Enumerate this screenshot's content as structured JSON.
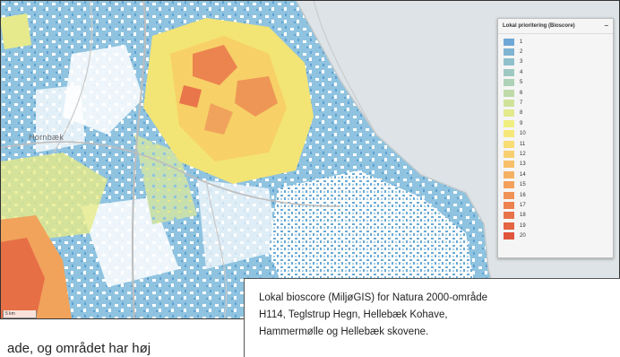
{
  "map": {
    "place_label": "Hornbæk",
    "scale_label": "5 km",
    "colors": {
      "water": "#dce2e6",
      "land": "#e8e4dc",
      "low": "#6aa9d4",
      "high": "#e35a3d"
    }
  },
  "legend": {
    "title": "Lokal prioritering (Bioscore)",
    "collapse_icon": "minus-icon",
    "items": [
      {
        "label": "1",
        "color": "#6fa8d6"
      },
      {
        "label": "2",
        "color": "#7fb3d1"
      },
      {
        "label": "3",
        "color": "#8fc0cc"
      },
      {
        "label": "4",
        "color": "#9ec9c2"
      },
      {
        "label": "5",
        "color": "#aed2b6"
      },
      {
        "label": "6",
        "color": "#bfdaa8"
      },
      {
        "label": "7",
        "color": "#d0e29a"
      },
      {
        "label": "8",
        "color": "#e2ea8c"
      },
      {
        "label": "9",
        "color": "#f0ee80"
      },
      {
        "label": "10",
        "color": "#f6e77a"
      },
      {
        "label": "11",
        "color": "#f8dc74"
      },
      {
        "label": "12",
        "color": "#f8cf6e"
      },
      {
        "label": "13",
        "color": "#f7c068"
      },
      {
        "label": "14",
        "color": "#f5b162"
      },
      {
        "label": "15",
        "color": "#f3a15c"
      },
      {
        "label": "16",
        "color": "#f09256"
      },
      {
        "label": "17",
        "color": "#ec8250"
      },
      {
        "label": "18",
        "color": "#e8734a"
      },
      {
        "label": "19",
        "color": "#e46444"
      },
      {
        "label": "20",
        "color": "#e0553e"
      }
    ]
  },
  "caption": {
    "line1": "Lokal bioscore (MiljøGIS) for Natura 2000-område",
    "line2": "H114, Teglstrup Hegn, Hellebæk Kohave,",
    "line3": "Hammermølle og Hellebæk skovene."
  },
  "body_text": "ade, og området har høj"
}
